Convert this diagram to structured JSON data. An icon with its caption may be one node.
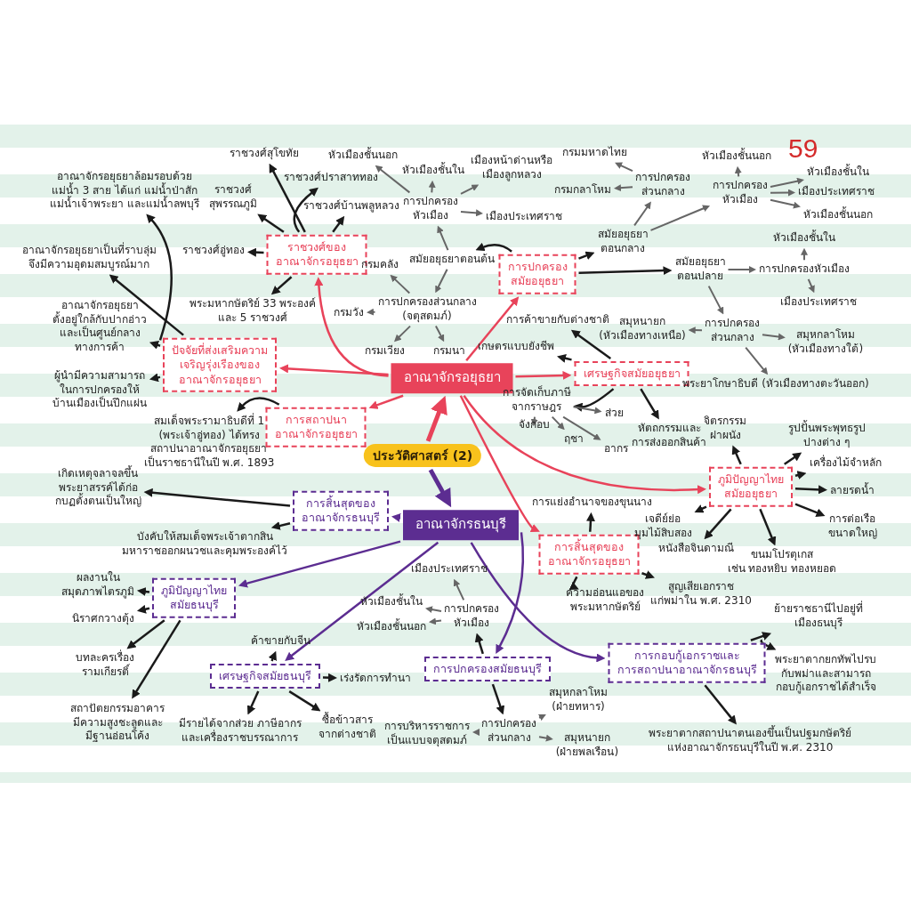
{
  "diagram": {
    "nodes": [
      {
        "text": [
          "ประวัติศาสตร์ (2)"
        ]
      },
      {
        "text": [
          "อาณาจักรอยุธยา"
        ]
      },
      {
        "text": [
          "อาณาจักรธนบุรี"
        ]
      },
      {
        "text": [
          "ราชวงศ์ของ อาณาจักรอยุธยา"
        ]
      },
      {
        "text": [
          "ปัจจัยที่ส่งเสริมความ เจริญรุ่งเรืองของ อาณาจักรอยุธยา"
        ]
      },
      {
        "text": [
          "การสถาปนา อาณาจักรอยุธยา"
        ]
      },
      {
        "text": [
          "การปกครอง สมัยอยุธยา"
        ]
      },
      {
        "text": [
          "เศรษฐกิจสมัยอยุธยา"
        ]
      },
      {
        "text": [
          "ภูมิปัญญาไทย สมัยอยุธยา"
        ]
      },
      {
        "text": [
          "การสิ้นสุดของ อาณาจักรอยุธยา"
        ]
      },
      {
        "text": [
          "ราชวงศ์สุโขทัย"
        ]
      },
      {
        "text": [
          "ราชวงศ์ สุพรรณภูมิ"
        ]
      },
      {
        "text": [
          "ราชวงศ์ปราสาททอง"
        ]
      },
      {
        "text": [
          "ราชวงศ์บ้านพลูหลวง"
        ]
      },
      {
        "text": [
          "ราชวงศ์อู่ทอง"
        ]
      },
      {
        "text": [
          "พระมหากษัตริย์ 33 พระองค์ และ 5 ราชวงศ์"
        ]
      },
      {
        "text": [
          "อาณาจักรอยุธยาล้อมรอบด้วย แม่น้ำ 3 สาย ได้แก่ แม่น้ำป่าสัก แม่น้ำเจ้าพระยา และแม่น้ำลพบุรี"
        ]
      },
      {
        "text": [
          "อาณาจักรอยุธยาเป็นที่ราบลุ่ม จึงมีความอุดมสมบูรณ์มาก"
        ]
      },
      {
        "text": [
          "อาณาจักรอยุธยา ตั้งอยู่ใกล้กับปากอ่าว และเป็นศูนย์กลาง ทางการค้า"
        ]
      },
      {
        "text": [
          "ผู้นำมีความสามารถ ในการปกครองให้ บ้านเมืองเป็นปึกแผ่น"
        ]
      },
      {
        "text": [
          "สมเด็จพระรามาธิบดีที่ 1 (พระเจ้าอู่ทอง) ได้ทรง สถาปนาอาณาจักรอยุธยา เป็นราชธานีในปี พ.ศ. 1893"
        ]
      },
      {
        "text": [
          "สมัยอยุธยาตอนต้น"
        ]
      },
      {
        "text": [
          "การปกครองส่วนกลาง (จตุสดมภ์)"
        ]
      },
      {
        "text": [
          "กรมคลัง"
        ]
      },
      {
        "text": [
          "กรมวัง"
        ]
      },
      {
        "text": [
          "กรมเวียง"
        ]
      },
      {
        "text": [
          "กรมนา"
        ]
      },
      {
        "text": [
          "การปกครอง หัวเมือง"
        ]
      },
      {
        "text": [
          "หัวเมืองชั้นนอก"
        ]
      },
      {
        "text": [
          "หัวเมืองชั้นใน"
        ]
      },
      {
        "text": [
          "เมืองหน้าด่านหรือ เมืองลูกหลวง"
        ]
      },
      {
        "text": [
          "เมืองประเทศราช"
        ]
      },
      {
        "text": [
          "สมัยอยุธยา ตอนกลาง"
        ]
      },
      {
        "text": [
          "การปกครอง ส่วนกลาง"
        ]
      },
      {
        "text": [
          "กรมมหาดไทย"
        ]
      },
      {
        "text": [
          "กรมกลาโหม"
        ]
      },
      {
        "text": [
          "การปกครอง หัวเมือง"
        ]
      },
      {
        "text": [
          "หัวเมืองชั้นนอก"
        ]
      },
      {
        "text": [
          "หัวเมืองชั้นใน"
        ]
      },
      {
        "text": [
          "เมืองประเทศราช"
        ]
      },
      {
        "text": [
          "หัวเมืองชั้นนอก"
        ]
      },
      {
        "text": [
          "สมัยอยุธยา ตอนปลาย"
        ]
      },
      {
        "text": [
          "การปกครองหัวเมือง"
        ]
      },
      {
        "text": [
          "หัวเมืองชั้นใน"
        ]
      },
      {
        "text": [
          "เมืองประเทศราช"
        ]
      },
      {
        "text": [
          "การปกครอง ส่วนกลาง"
        ]
      },
      {
        "text": [
          "สมุหนายก (หัวเมืองทางเหนือ)"
        ]
      },
      {
        "text": [
          "สมุหกลาโหม (หัวเมืองทางใต้)"
        ]
      },
      {
        "text": [
          "พระยาโกษาธิบดี (หัวเมืองทางตะวันออก)"
        ]
      },
      {
        "text": [
          "การค้าขายกับต่างชาติ"
        ]
      },
      {
        "text": [
          "เกษตรแบบยังชีพ"
        ]
      },
      {
        "text": [
          "การจัดเก็บภาษี จากราษฎร"
        ]
      },
      {
        "text": [
          "หัตถกรรมและ การส่งออกสินค้า"
        ]
      },
      {
        "text": [
          "ส่วย"
        ]
      },
      {
        "text": [
          "ฤชา"
        ]
      },
      {
        "text": [
          "จังกอบ"
        ]
      },
      {
        "text": [
          "อากร"
        ]
      },
      {
        "text": [
          "จิตรกรรม ฝาผนัง"
        ]
      },
      {
        "text": [
          "รูปปั้นพระพุทธรูป ปางต่าง ๆ"
        ]
      },
      {
        "text": [
          "เครื่องไม้จำหลัก"
        ]
      },
      {
        "text": [
          "ลายรดน้ำ"
        ]
      },
      {
        "text": [
          "การต่อเรือ ขนาดใหญ่"
        ]
      },
      {
        "text": [
          "ขนมโปรตุเกส เช่น ทองหยิบ ทองหยอด"
        ]
      },
      {
        "text": [
          "หนังสือจินดามณี"
        ]
      },
      {
        "text": [
          "เจดีย์ย่อ มุมไม้สิบสอง"
        ]
      },
      {
        "text": [
          "การแย่งอำนาจของขุนนาง"
        ]
      },
      {
        "text": [
          "ความอ่อนแอของ พระมหากษัตริย์"
        ]
      },
      {
        "text": [
          "สูญเสียเอกราช แก่พม่าใน พ.ศ. 2310"
        ]
      },
      {
        "text": [
          "การสิ้นสุดของ อาณาจักรธนบุรี"
        ]
      },
      {
        "text": [
          "ภูมิปัญญาไทย สมัยธนบุรี"
        ]
      },
      {
        "text": [
          "เศรษฐกิจสมัยธนบุรี"
        ]
      },
      {
        "text": [
          "การปกครองสมัยธนบุรี"
        ]
      },
      {
        "text": [
          "การกอบกู้เอกราชและ การสถาปนาอาณาจักรธนบุรี"
        ]
      },
      {
        "text": [
          "เกิดเหตุจลาจลขึ้น พระยาสรรค์ได้ก่อ กบฏตั้งตนเป็นใหญ่"
        ]
      },
      {
        "text": [
          "บังคับให้สมเด็จพระเจ้าตากสิน มหาราชออกผนวชและคุมพระองค์ไว้"
        ]
      },
      {
        "text": [
          "ผลงานใน สมุดภาพไตรภูมิ"
        ]
      },
      {
        "text": [
          "นิราศกวางตุ้ง"
        ]
      },
      {
        "text": [
          "บทละครเรื่อง รามเกียรติ์"
        ]
      },
      {
        "text": [
          "สถาปัตยกรรมอาคาร มีความสูงชะลูดและ มีฐานอ่อนโค้ง"
        ]
      },
      {
        "text": [
          "ค้าขายกับจีน"
        ]
      },
      {
        "text": [
          "เร่งรัดการทำนา"
        ]
      },
      {
        "text": [
          "ซื้อข้าวสาร จากต่างชาติ"
        ]
      },
      {
        "text": [
          "มีรายได้จากส่วย ภาษีอากร และเครื่องราชบรรณาการ"
        ]
      },
      {
        "text": [
          "การปกครอง หัวเมือง"
        ]
      },
      {
        "text": [
          "เมืองประเทศราช"
        ]
      },
      {
        "text": [
          "หัวเมืองชั้นใน"
        ]
      },
      {
        "text": [
          "หัวเมืองชั้นนอก"
        ]
      },
      {
        "text": [
          "การปกครอง ส่วนกลาง"
        ]
      },
      {
        "text": [
          "สมุหกลาโหม (ฝ่ายทหาร)"
        ]
      },
      {
        "text": [
          "สมุหนายก (ฝ่ายพลเรือน)"
        ]
      },
      {
        "text": [
          "การบริหารราชการ เป็นแบบจตุสดมภ์"
        ]
      },
      {
        "text": [
          "ย้ายราชธานีไปอยู่ที่ เมืองธนบุรี"
        ]
      },
      {
        "text": [
          "พระยาตากยกทัพไปรบ กับพม่าและสามารถ กอบกู้เอกราชได้สำเร็จ"
        ]
      },
      {
        "text": [
          "พระยาตากสถาปนาตนเองขึ้นเป็นปฐมกษัตริย์ แห่งอาณาจักรธนบุรีในปี พ.ศ. 2310"
        ]
      }
    ],
    "edges": [
      {
        "from": 0,
        "to": 1,
        "arrow": "to",
        "style": "thick",
        "color": "#e8435a"
      },
      {
        "from": 0,
        "to": 2,
        "arrow": "to",
        "style": "thick",
        "color": "#5c2d91"
      },
      {
        "from": 1,
        "to": 3,
        "arrow": "to",
        "color": "#e8435a"
      },
      {
        "from": 1,
        "to": 4,
        "arrow": "to",
        "color": "#e8435a"
      },
      {
        "from": 1,
        "to": 5,
        "arrow": "to",
        "color": "#e8435a"
      },
      {
        "from": 1,
        "to": 6,
        "arrow": "to",
        "color": "#e8435a"
      },
      {
        "from": 1,
        "to": 7,
        "arrow": "to",
        "color": "#e8435a"
      },
      {
        "from": 1,
        "to": 8,
        "arrow": "to",
        "color": "#e8435a"
      },
      {
        "from": 1,
        "to": 9,
        "arrow": "to",
        "color": "#e8435a"
      },
      {
        "from": 2,
        "to": 68,
        "arrow": "to",
        "color": "#5c2d91"
      },
      {
        "from": 2,
        "to": 69,
        "arrow": "to",
        "color": "#5c2d91"
      },
      {
        "from": 2,
        "to": 70,
        "arrow": "to",
        "color": "#5c2d91"
      },
      {
        "from": 2,
        "to": 71,
        "arrow": "to",
        "color": "#5c2d91"
      },
      {
        "from": 2,
        "to": 72,
        "arrow": "to",
        "color": "#5c2d91"
      },
      {
        "from": 3,
        "to": 10,
        "arrow": "to"
      },
      {
        "from": 3,
        "to": 11,
        "arrow": "to"
      },
      {
        "from": 3,
        "to": 12,
        "arrow": "to"
      },
      {
        "from": 3,
        "to": 13,
        "arrow": "to"
      },
      {
        "from": 3,
        "to": 14,
        "arrow": "to"
      },
      {
        "from": 3,
        "to": 15,
        "arrow": "to"
      },
      {
        "from": 4,
        "to": 16,
        "arrow": "to"
      },
      {
        "from": 4,
        "to": 17,
        "arrow": "to"
      },
      {
        "from": 4,
        "to": 18,
        "arrow": "to"
      },
      {
        "from": 4,
        "to": 19,
        "arrow": "to"
      },
      {
        "from": 5,
        "to": 20,
        "arrow": "to"
      },
      {
        "from": 6,
        "to": 21,
        "arrow": "to"
      },
      {
        "from": 6,
        "to": 32,
        "arrow": "to"
      },
      {
        "from": 6,
        "to": 41,
        "arrow": "to"
      },
      {
        "from": 21,
        "to": 22,
        "arrow": "to",
        "color": "#666666"
      },
      {
        "from": 21,
        "to": 27,
        "arrow": "to",
        "color": "#666666"
      },
      {
        "from": 22,
        "to": 23,
        "arrow": "to",
        "color": "#666666"
      },
      {
        "from": 22,
        "to": 24,
        "arrow": "to",
        "color": "#666666"
      },
      {
        "from": 22,
        "to": 25,
        "arrow": "to",
        "color": "#666666"
      },
      {
        "from": 22,
        "to": 26,
        "arrow": "to",
        "color": "#666666"
      },
      {
        "from": 27,
        "to": 28,
        "arrow": "to",
        "color": "#666666"
      },
      {
        "from": 27,
        "to": 29,
        "arrow": "to",
        "color": "#666666"
      },
      {
        "from": 27,
        "to": 30,
        "arrow": "to",
        "color": "#666666"
      },
      {
        "from": 27,
        "to": 31,
        "arrow": "to",
        "color": "#666666"
      },
      {
        "from": 32,
        "to": 33,
        "arrow": "to",
        "color": "#666666"
      },
      {
        "from": 32,
        "to": 36,
        "arrow": "to",
        "color": "#666666"
      },
      {
        "from": 33,
        "to": 34,
        "arrow": "to",
        "color": "#666666"
      },
      {
        "from": 33,
        "to": 35,
        "arrow": "to",
        "color": "#666666"
      },
      {
        "from": 36,
        "to": 37,
        "arrow": "to",
        "color": "#666666"
      },
      {
        "from": 36,
        "to": 38,
        "arrow": "to",
        "color": "#666666"
      },
      {
        "from": 36,
        "to": 39,
        "arrow": "to",
        "color": "#666666"
      },
      {
        "from": 36,
        "to": 40,
        "arrow": "to",
        "color": "#666666"
      },
      {
        "from": 41,
        "to": 42,
        "arrow": "to",
        "color": "#666666"
      },
      {
        "from": 41,
        "to": 45,
        "arrow": "to",
        "color": "#666666"
      },
      {
        "from": 42,
        "to": 43,
        "arrow": "to",
        "color": "#666666"
      },
      {
        "from": 42,
        "to": 44,
        "arrow": "to",
        "color": "#666666"
      },
      {
        "from": 45,
        "to": 46,
        "arrow": "to",
        "color": "#666666"
      },
      {
        "from": 45,
        "to": 47,
        "arrow": "to",
        "color": "#666666"
      },
      {
        "from": 45,
        "to": 48,
        "arrow": "to",
        "color": "#666666"
      },
      {
        "from": 7,
        "to": 49,
        "arrow": "to"
      },
      {
        "from": 7,
        "to": 50,
        "arrow": "to"
      },
      {
        "from": 7,
        "to": 51,
        "arrow": "to"
      },
      {
        "from": 7,
        "to": 52,
        "arrow": "to"
      },
      {
        "from": 51,
        "to": 53,
        "arrow": "to",
        "color": "#666666"
      },
      {
        "from": 51,
        "to": 54,
        "arrow": "to",
        "color": "#666666"
      },
      {
        "from": 51,
        "to": 55,
        "arrow": "to",
        "color": "#666666"
      },
      {
        "from": 51,
        "to": 56,
        "arrow": "to",
        "color": "#666666"
      },
      {
        "from": 8,
        "to": 57,
        "arrow": "to"
      },
      {
        "from": 8,
        "to": 58,
        "arrow": "to"
      },
      {
        "from": 8,
        "to": 59,
        "arrow": "to"
      },
      {
        "from": 8,
        "to": 60,
        "arrow": "to"
      },
      {
        "from": 8,
        "to": 61,
        "arrow": "to"
      },
      {
        "from": 8,
        "to": 62,
        "arrow": "to"
      },
      {
        "from": 8,
        "to": 63,
        "arrow": "to"
      },
      {
        "from": 8,
        "to": 64,
        "arrow": "to"
      },
      {
        "from": 9,
        "to": 65,
        "arrow": "to"
      },
      {
        "from": 9,
        "to": 66,
        "arrow": "to"
      },
      {
        "from": 9,
        "to": 67,
        "arrow": "to"
      },
      {
        "from": 68,
        "to": 73,
        "arrow": "to"
      },
      {
        "from": 68,
        "to": 74,
        "arrow": "to"
      },
      {
        "from": 69,
        "to": 75,
        "arrow": "to"
      },
      {
        "from": 69,
        "to": 76,
        "arrow": "to"
      },
      {
        "from": 69,
        "to": 77,
        "arrow": "to"
      },
      {
        "from": 69,
        "to": 78,
        "arrow": "to"
      },
      {
        "from": 70,
        "to": 79,
        "arrow": "to"
      },
      {
        "from": 70,
        "to": 80,
        "arrow": "to"
      },
      {
        "from": 70,
        "to": 81,
        "arrow": "to"
      },
      {
        "from": 70,
        "to": 82,
        "arrow": "to"
      },
      {
        "from": 71,
        "to": 83,
        "arrow": "to"
      },
      {
        "from": 71,
        "to": 87,
        "arrow": "to"
      },
      {
        "from": 83,
        "to": 84,
        "arrow": "to",
        "color": "#666666"
      },
      {
        "from": 83,
        "to": 85,
        "arrow": "to",
        "color": "#666666"
      },
      {
        "from": 83,
        "to": 86,
        "arrow": "to",
        "color": "#666666"
      },
      {
        "from": 87,
        "to": 88,
        "arrow": "to",
        "color": "#666666"
      },
      {
        "from": 87,
        "to": 89,
        "arrow": "to",
        "color": "#666666"
      },
      {
        "from": 87,
        "to": 90,
        "arrow": "to",
        "color": "#666666"
      },
      {
        "from": 72,
        "to": 91,
        "arrow": "to"
      },
      {
        "from": 72,
        "to": 92,
        "arrow": "to"
      },
      {
        "from": 72,
        "to": 93,
        "arrow": "to"
      }
    ],
    "labels": [
      "59"
    ]
  }
}
